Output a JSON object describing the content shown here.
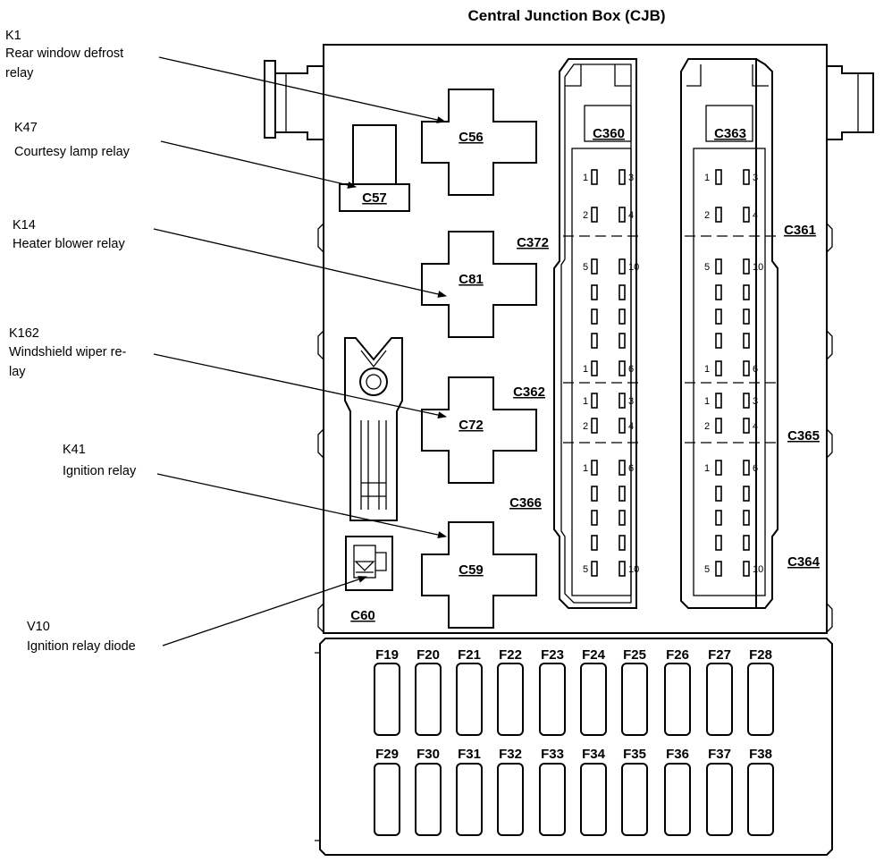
{
  "title": "Central Junction Box (CJB)",
  "components": [
    {
      "id": "K1",
      "lines": [
        "Rear window defrost",
        "relay"
      ]
    },
    {
      "id": "K47",
      "lines": [
        "Courtesy lamp relay"
      ]
    },
    {
      "id": "K14",
      "lines": [
        "Heater blower relay"
      ]
    },
    {
      "id": "K162",
      "lines": [
        "Windshield wiper re-",
        "lay"
      ]
    },
    {
      "id": "K41",
      "lines": [
        "Ignition relay"
      ]
    },
    {
      "id": "V10",
      "lines": [
        "Ignition relay diode"
      ]
    }
  ],
  "relay_connectors": [
    "C56",
    "C57",
    "C81",
    "C72",
    "C59",
    "C60"
  ],
  "connector_labels": [
    "C360",
    "C363",
    "C372",
    "C361",
    "C362",
    "C365",
    "C366",
    "C364"
  ],
  "fuses_top": [
    "F19",
    "F20",
    "F21",
    "F22",
    "F23",
    "F24",
    "F25",
    "F26",
    "F27",
    "F28"
  ],
  "fuses_bottom": [
    "F29",
    "F30",
    "F31",
    "F32",
    "F33",
    "F34",
    "F35",
    "F36",
    "F37",
    "F38"
  ],
  "pin_numbers": [
    "1",
    "2",
    "3",
    "4",
    "5",
    "6",
    "10"
  ]
}
